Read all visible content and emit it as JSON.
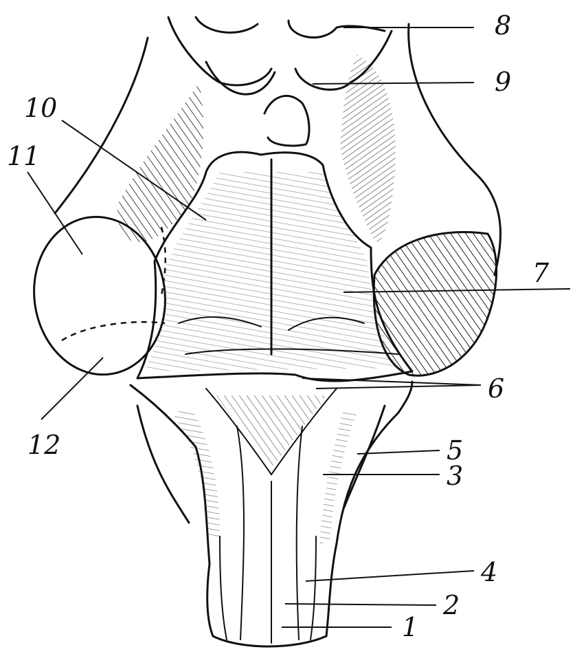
{
  "colors": {
    "ink": "#111111",
    "background": "#ffffff"
  },
  "labels": [
    {
      "id": "1",
      "text": "1"
    },
    {
      "id": "2",
      "text": "2"
    },
    {
      "id": "3",
      "text": "3"
    },
    {
      "id": "4",
      "text": "4"
    },
    {
      "id": "5",
      "text": "5"
    },
    {
      "id": "6",
      "text": "6"
    },
    {
      "id": "7",
      "text": "7"
    },
    {
      "id": "8",
      "text": "8"
    },
    {
      "id": "9",
      "text": "9"
    },
    {
      "id": "10",
      "text": "10"
    },
    {
      "id": "11",
      "text": "11"
    },
    {
      "id": "12",
      "text": "12"
    }
  ]
}
